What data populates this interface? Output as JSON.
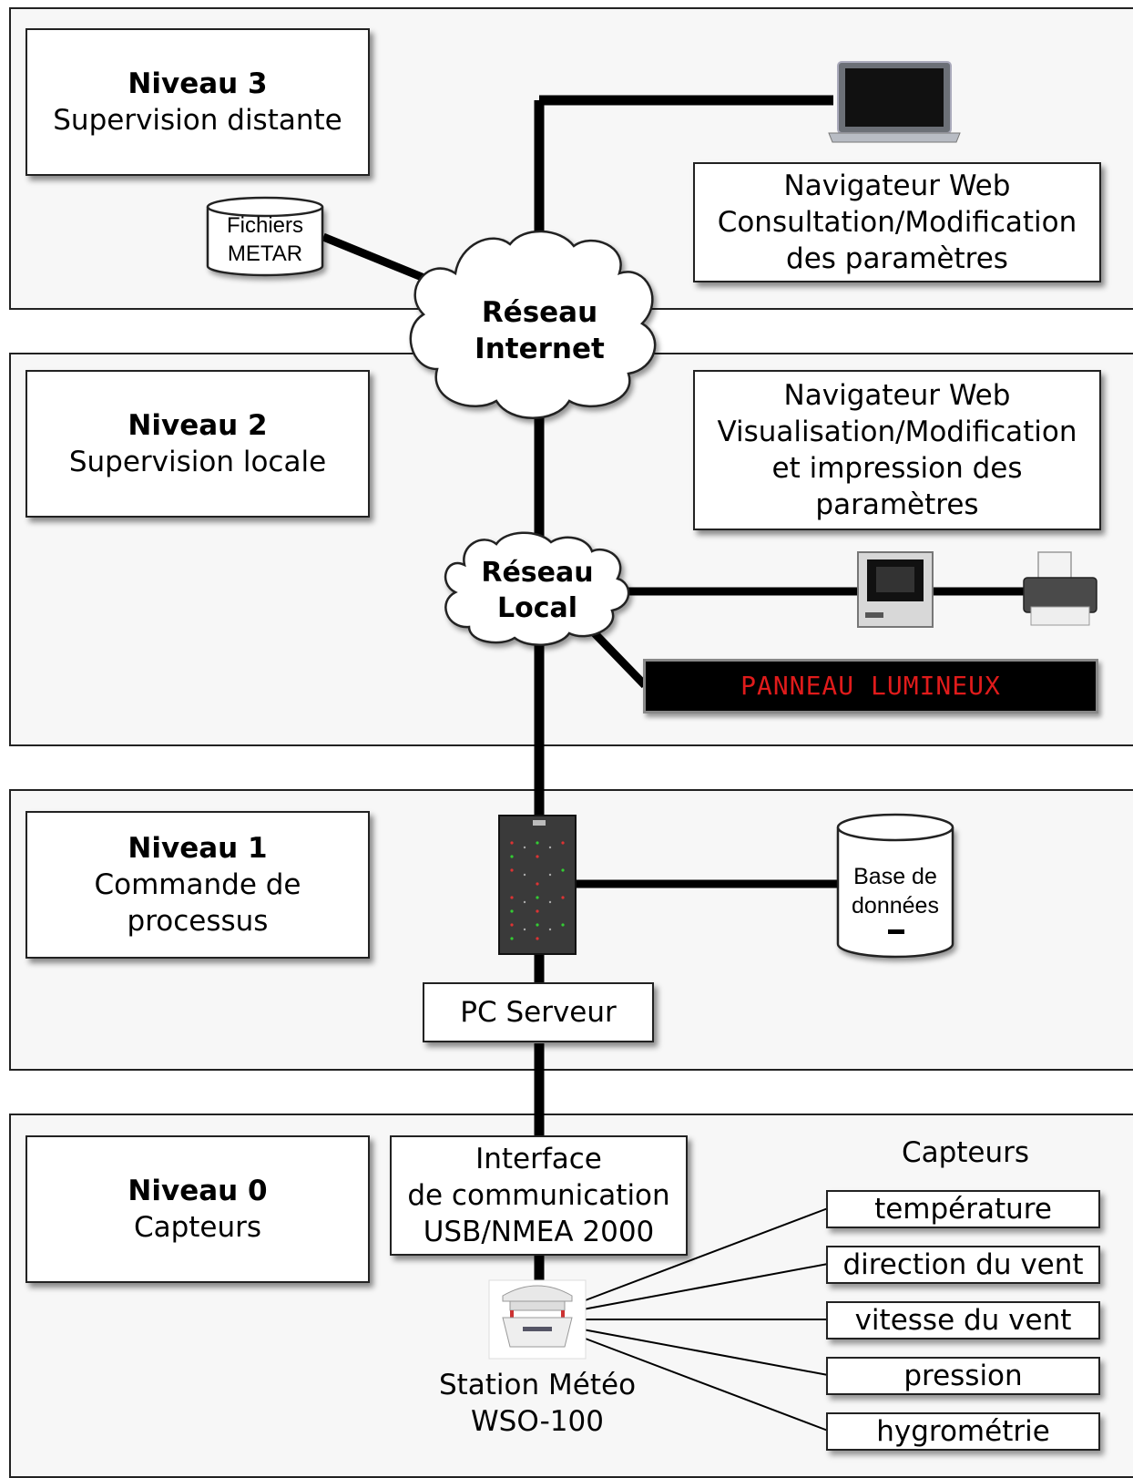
{
  "levels": {
    "n3": {
      "title": "Niveau 3",
      "subtitle": "Supervision distante"
    },
    "n2": {
      "title": "Niveau 2",
      "subtitle": "Supervision locale"
    },
    "n1": {
      "title": "Niveau 1",
      "line1": "Commande de",
      "line2": "processus"
    },
    "n0": {
      "title": "Niveau 0",
      "subtitle": "Capteurs"
    }
  },
  "metar": {
    "line1": "Fichiers",
    "line2": "METAR"
  },
  "web_remote": {
    "line1": "Navigateur Web",
    "line2": "Consultation/Modification",
    "line3": "des paramètres"
  },
  "internet": {
    "line1": "Réseau",
    "line2": "Internet"
  },
  "web_local": {
    "line1": "Navigateur Web",
    "line2": "Visualisation/Modification",
    "line3": "et impression des",
    "line4": "paramètres"
  },
  "local_net": {
    "line1": "Réseau",
    "line2": "Local"
  },
  "panel": {
    "label": "PANNEAU LUMINEUX"
  },
  "database": {
    "line1": "Base de",
    "line2": "données"
  },
  "server": {
    "label": "PC Serveur"
  },
  "interface": {
    "line1": "Interface",
    "line2": "de communication",
    "line3": "USB/NMEA 2000"
  },
  "station": {
    "line1": "Station Météo",
    "line2": "WSO-100"
  },
  "sensors": {
    "title": "Capteurs",
    "items": [
      "température",
      "direction du vent",
      "vitesse du vent",
      "pression",
      "hygrométrie"
    ]
  },
  "colors": {
    "panel_text": "#e01b1b",
    "panel_bg": "#000000"
  }
}
